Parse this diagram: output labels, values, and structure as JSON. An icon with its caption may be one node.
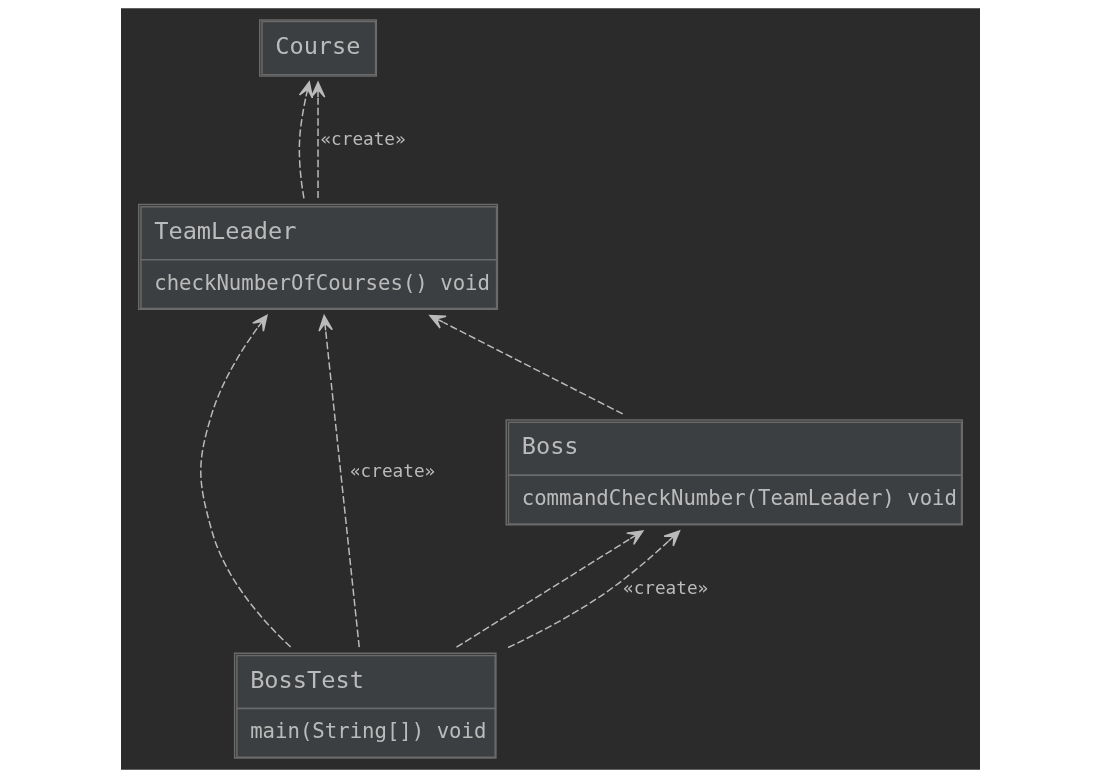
{
  "diagram": {
    "nodes": [
      {
        "text": [
          "Course"
        ]
      },
      {
        "text": [
          "TeamLeader",
          "checkNumberOfCourses() void"
        ]
      },
      {
        "text": [
          "Boss",
          "commandCheckNumber(TeamLeader) void"
        ]
      },
      {
        "text": [
          "BossTest",
          "main(String[]) void"
        ]
      }
    ],
    "edges": [
      {
        "from": 1,
        "to": 0,
        "arrow": "to",
        "style": "dashed"
      },
      {
        "from": 1,
        "to": 0,
        "arrow": "to",
        "style": "dashed",
        "label": "«create»"
      },
      {
        "from": 2,
        "to": 1,
        "arrow": "to",
        "style": "dashed"
      },
      {
        "from": 3,
        "to": 2,
        "arrow": "to",
        "style": "dashed"
      },
      {
        "from": 3,
        "to": 2,
        "arrow": "to",
        "style": "dashed",
        "label": "«create»"
      },
      {
        "from": 3,
        "to": 1,
        "arrow": "to",
        "style": "dashed"
      },
      {
        "from": 3,
        "to": 1,
        "arrow": "to",
        "style": "dashed",
        "label": "«create»"
      }
    ]
  }
}
